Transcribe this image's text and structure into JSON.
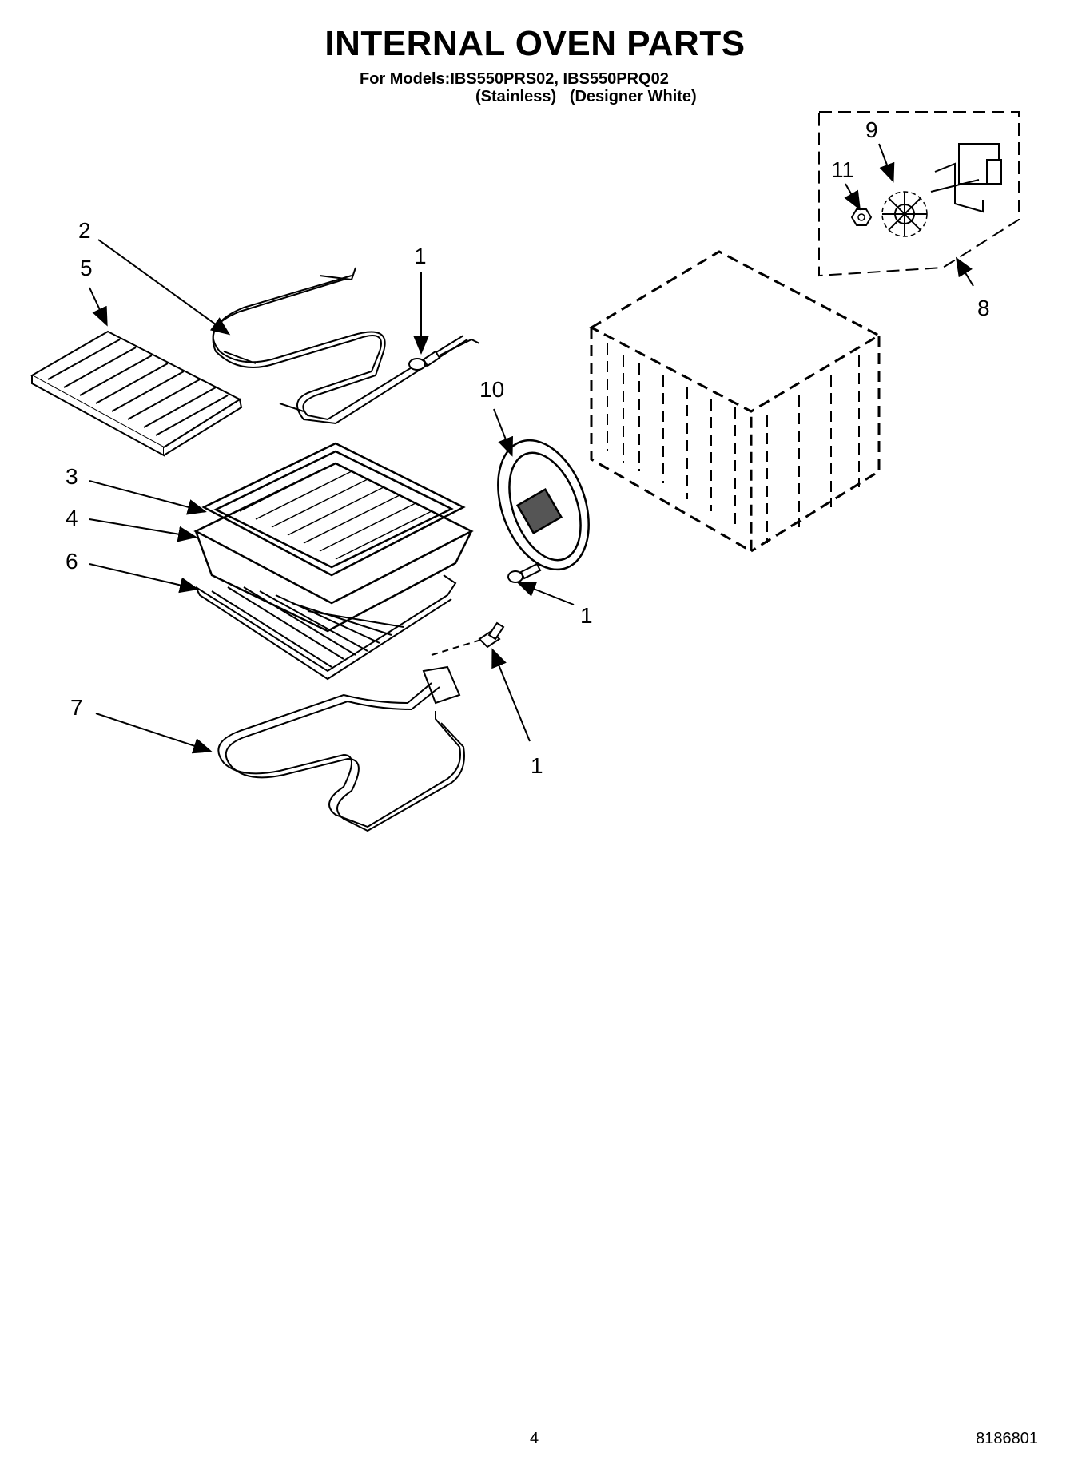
{
  "header": {
    "title": "INTERNAL OVEN PARTS",
    "models": "For Models:IBS550PRS02, IBS550PRQ02",
    "variants": "(Stainless)   (Designer White)"
  },
  "callouts": {
    "c1_top": "1",
    "c1_mid": "1",
    "c1_low": "1",
    "c2": "2",
    "c3": "3",
    "c4": "4",
    "c5": "5",
    "c6": "6",
    "c7": "7",
    "c8": "8",
    "c9": "9",
    "c10": "10",
    "c11": "11"
  },
  "footer": {
    "page": "4",
    "doc_number": "8186801"
  }
}
